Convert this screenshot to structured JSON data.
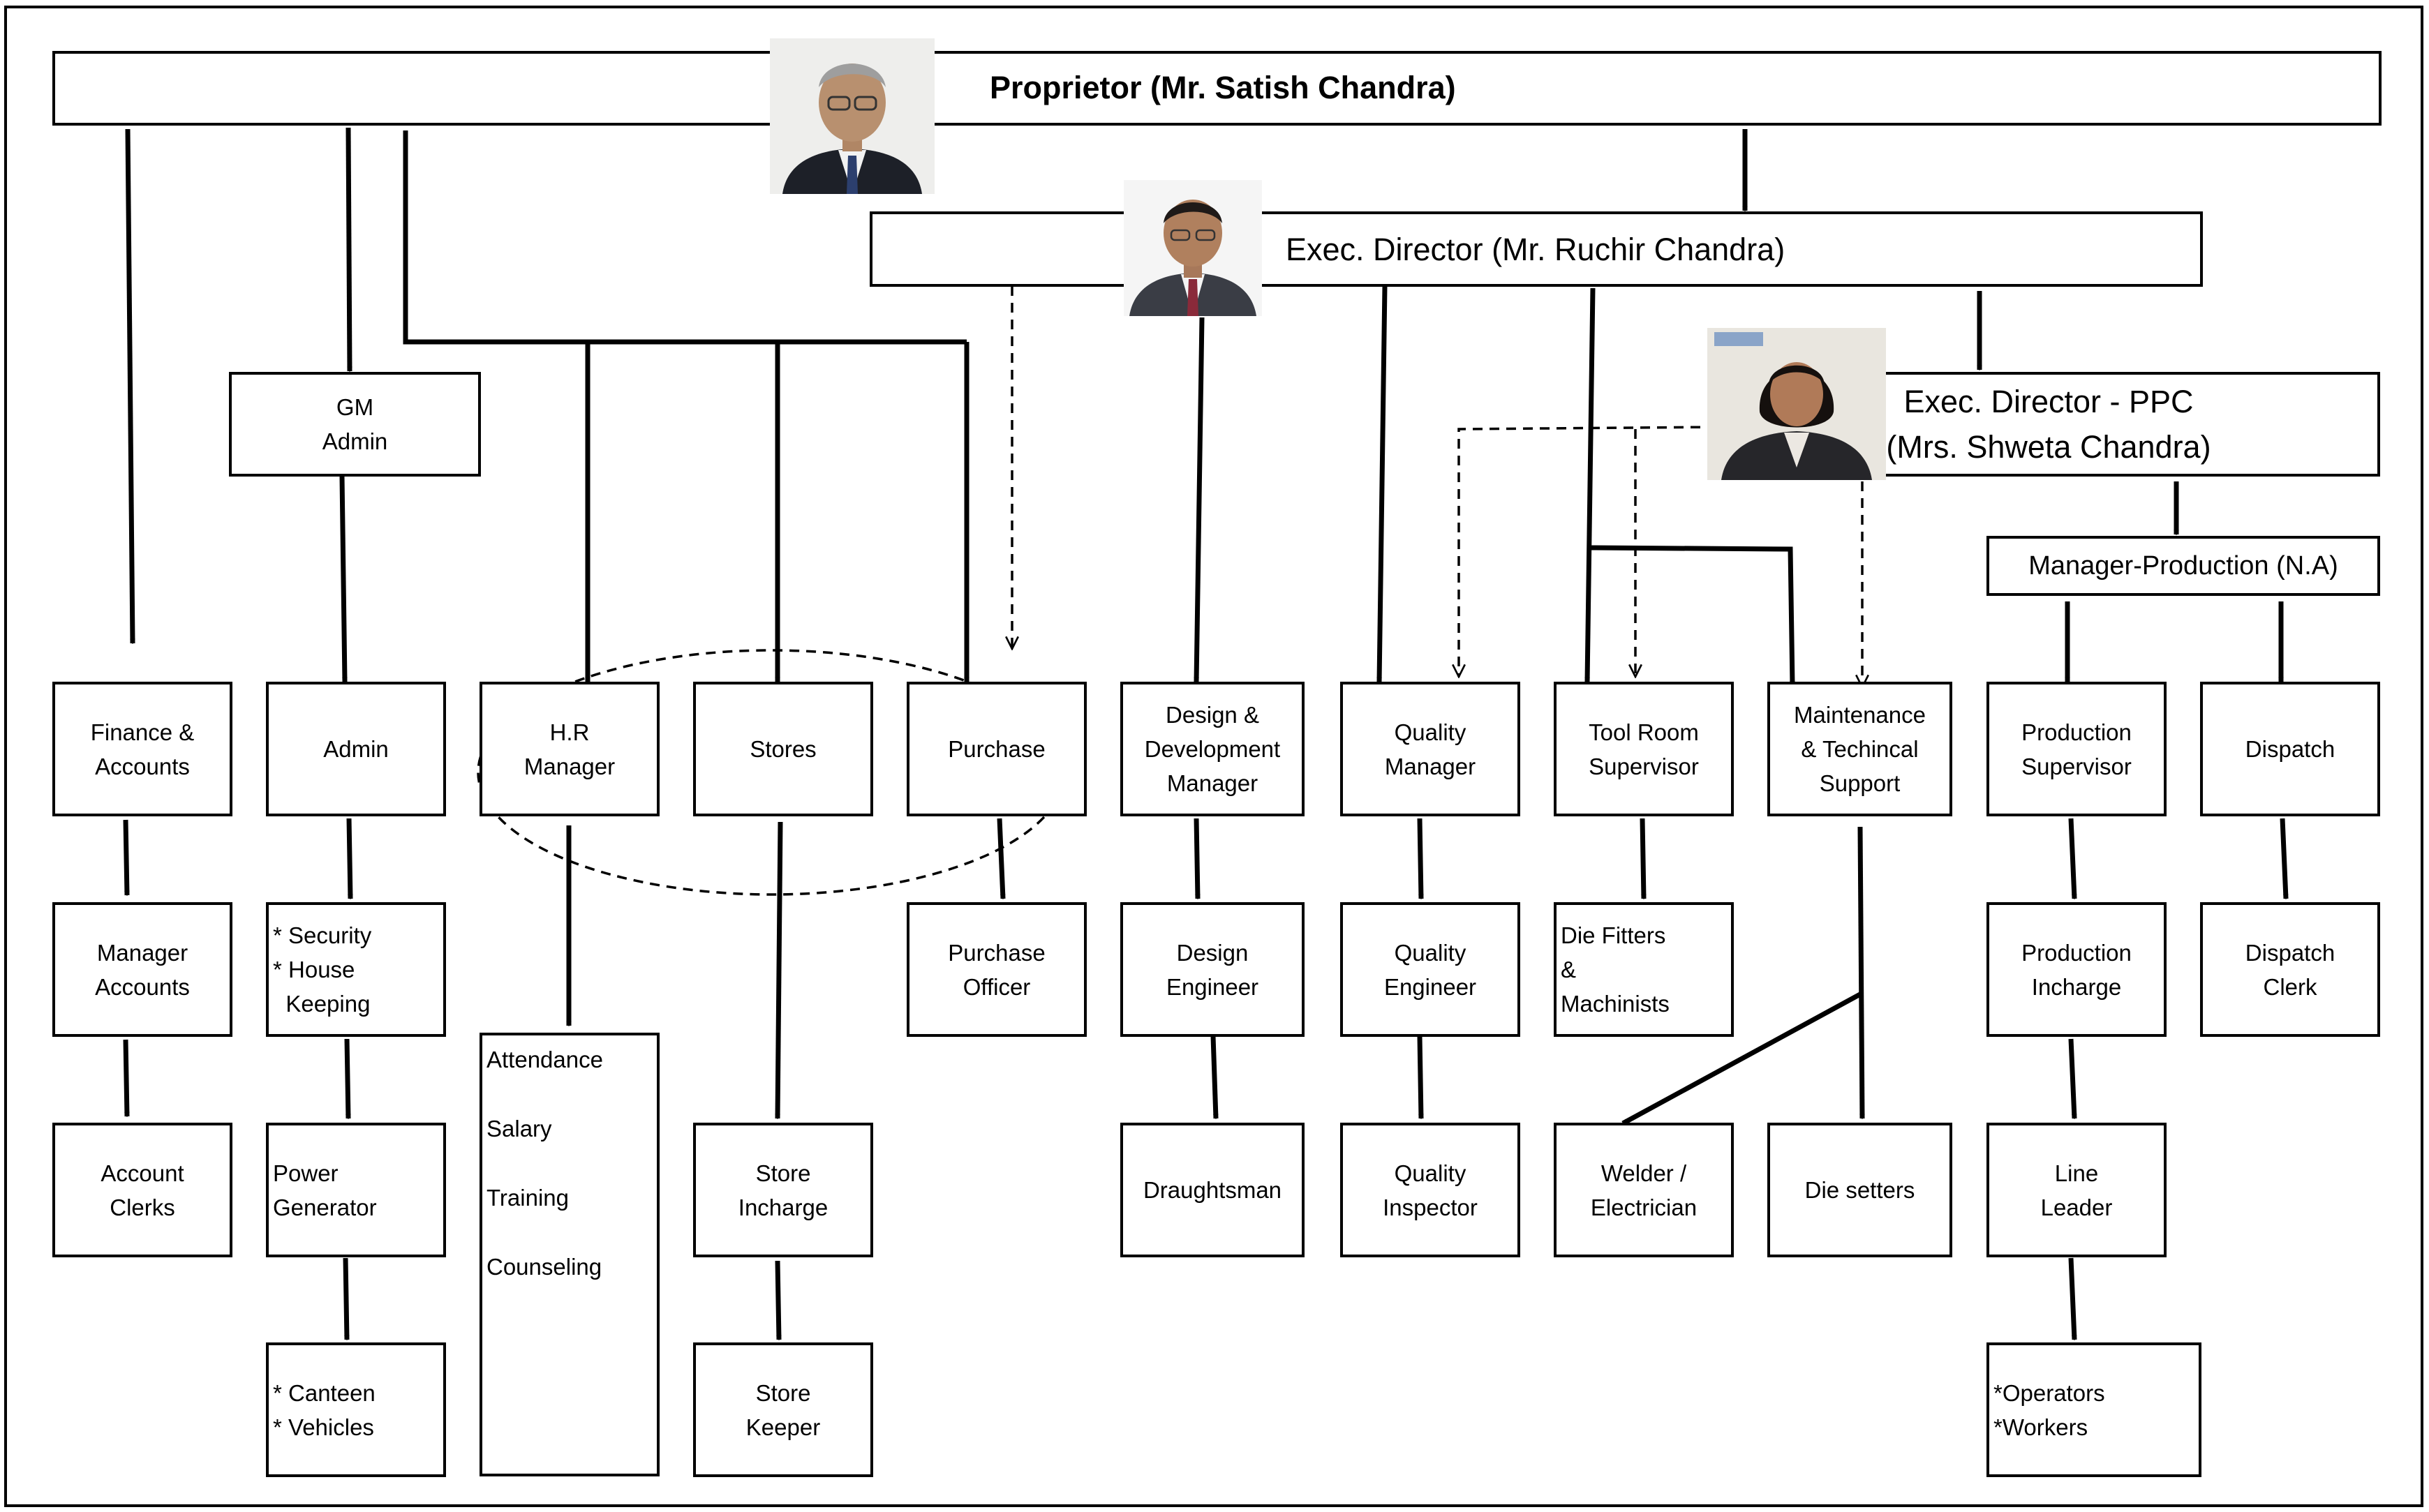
{
  "proprietor": {
    "label": "Proprietor (Mr. Satish Chandra)"
  },
  "exec_director": {
    "label": "Exec. Director (Mr. Ruchir Chandra)"
  },
  "exec_director_ppc": {
    "line1": "Exec. Director - PPC",
    "line2": "(Mrs. Shweta Chandra)"
  },
  "gm_admin": {
    "line1": "GM",
    "line2": "Admin"
  },
  "manager_production": {
    "label": "Manager-Production (N.A)"
  },
  "finance": {
    "line1": "Finance &",
    "line2": "Accounts"
  },
  "manager_accounts": {
    "line1": "Manager",
    "line2": "Accounts"
  },
  "account_clerks": {
    "line1": "Account",
    "line2": "Clerks"
  },
  "admin": {
    "label": "Admin"
  },
  "security": {
    "line1": "* Security",
    "line2": "* House",
    "line3": "  Keeping"
  },
  "power": {
    "line1": "Power",
    "line2": "Generator"
  },
  "canteen": {
    "line1": "* Canteen",
    "line2": "* Vehicles"
  },
  "hr": {
    "line1": "H.R",
    "line2": "Manager"
  },
  "hr_duties": {
    "items": [
      "Attendance",
      "Salary",
      "Training",
      "Counseling"
    ]
  },
  "stores": {
    "label": "Stores"
  },
  "store_incharge": {
    "line1": "Store",
    "line2": "Incharge"
  },
  "store_keeper": {
    "line1": "Store",
    "line2": "Keeper"
  },
  "purchase": {
    "label": "Purchase"
  },
  "purchase_officer": {
    "line1": "Purchase",
    "line2": "Officer"
  },
  "design_manager": {
    "line1": "Design &",
    "line2": "Development",
    "line3": "Manager"
  },
  "design_engineer": {
    "line1": "Design",
    "line2": "Engineer"
  },
  "draughtsman": {
    "label": "Draughtsman"
  },
  "quality_manager": {
    "line1": "Quality",
    "line2": "Manager"
  },
  "quality_engineer": {
    "line1": "Quality",
    "line2": "Engineer"
  },
  "quality_inspector": {
    "line1": "Quality",
    "line2": "Inspector"
  },
  "tool_room": {
    "line1": "Tool Room",
    "line2": "Supervisor"
  },
  "die_fitters": {
    "line1": "Die Fitters",
    "line2": "&",
    "line3": "Machinists"
  },
  "welder": {
    "line1": "Welder /",
    "line2": "Electrician"
  },
  "maintenance": {
    "line1": "Maintenance",
    "line2": "& Techincal",
    "line3": "Support"
  },
  "die_setters": {
    "label": "Die setters"
  },
  "production_supervisor": {
    "line1": "Production",
    "line2": "Supervisor"
  },
  "production_incharge": {
    "line1": "Production",
    "line2": "Incharge"
  },
  "line_leader": {
    "line1": "Line",
    "line2": "Leader"
  },
  "operators": {
    "line1": "*Operators",
    "line2": "*Workers"
  },
  "dispatch": {
    "label": "Dispatch"
  },
  "dispatch_clerk": {
    "line1": "Dispatch",
    "line2": "Clerk"
  }
}
